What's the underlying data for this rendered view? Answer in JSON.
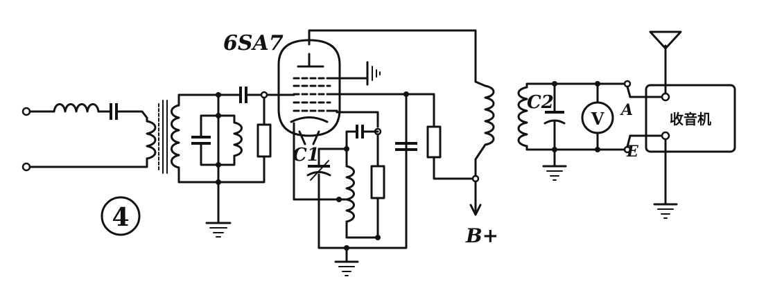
{
  "labels": {
    "tube": "6SA7",
    "c1": "C1",
    "c2": "C2",
    "antenna_terminal": "A",
    "earth_terminal": "E",
    "supply": "B+",
    "meter": "V",
    "receiver": "收音机",
    "figure_number": "4"
  }
}
